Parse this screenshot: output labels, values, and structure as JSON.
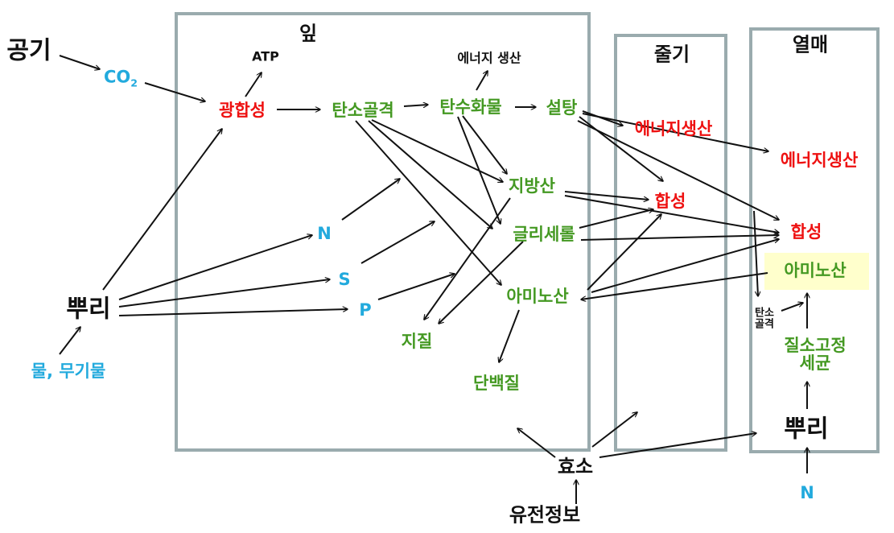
{
  "regions": {
    "leaf": "잎",
    "stem": "줄기",
    "fruit": "열매"
  },
  "inputs": {
    "air": "공기",
    "co2_main": "CO",
    "co2_sub": "2",
    "root_left": "뿌리",
    "water_minerals": "물, 무기물",
    "n_leaf": "N",
    "s_leaf": "S",
    "p_leaf": "P",
    "enzyme": "효소",
    "genetic_info": "유전정보",
    "root_right": "뿌리",
    "n_right": "N"
  },
  "leaf_nodes": {
    "atp": "ATP",
    "photosynthesis": "광합성",
    "carbon_skeleton": "탄소골격",
    "carbohydrate": "탄수화물",
    "energy_production": "에너지 생산",
    "sugar": "설탕",
    "fatty_acid": "지방산",
    "glycerol": "글리세롤",
    "amino_acid": "아미노산",
    "lipid": "지질",
    "protein": "단백질"
  },
  "stem_nodes": {
    "energy_production": "에너지생산",
    "synthesis": "합성"
  },
  "fruit_nodes": {
    "energy_production": "에너지생산",
    "synthesis": "합성",
    "amino_acid": "아미노산",
    "carbon_skeleton_line1": "탄소",
    "carbon_skeleton_line2": "골격",
    "nitrogen_fixing_line1": "질소고정",
    "nitrogen_fixing_line2": "세균"
  },
  "colors": {
    "box_border": "#9aabae",
    "product": "#449922",
    "process": "#ee1111",
    "input": "#22aadd",
    "text": "#111111",
    "highlight": "#ffffcc"
  }
}
